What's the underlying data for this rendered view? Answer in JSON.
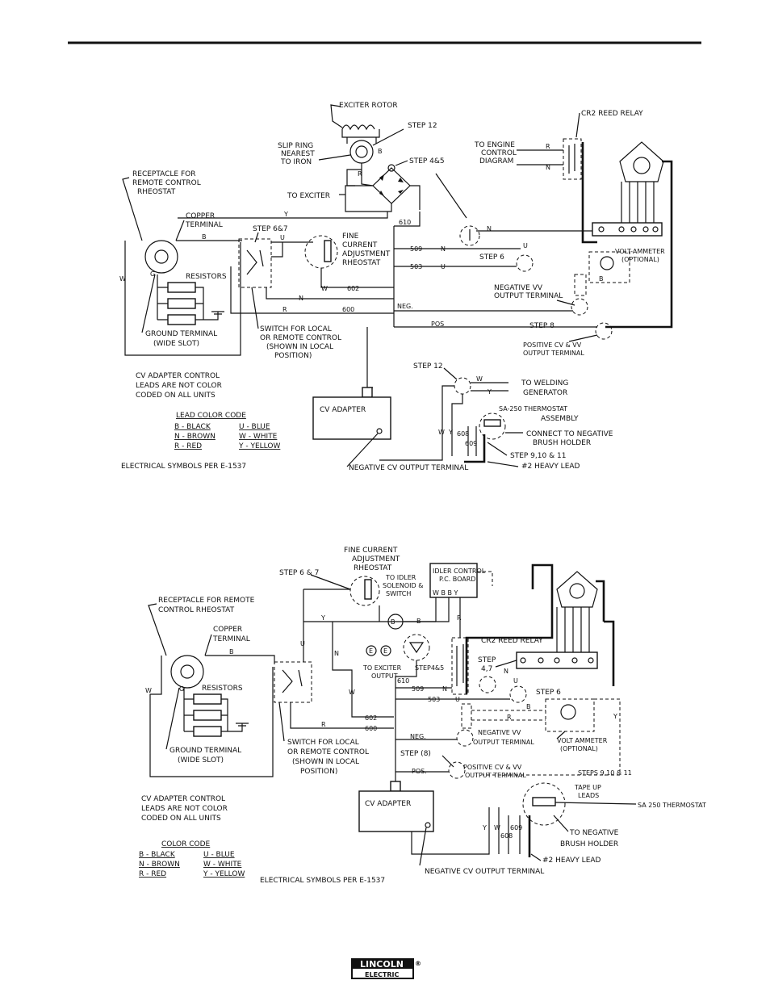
{
  "diagram1": {
    "exciter_rotor": "EXCITER ROTOR",
    "cr2_relay": "CR2 REED RELAY",
    "step12_top": "STEP 12",
    "slip_ring": [
      "SLIP RING",
      "NEAREST",
      "TO IRON"
    ],
    "to_engine": [
      "TO ENGINE",
      "CONTROL",
      "DIAGRAM"
    ],
    "step45": "STEP 4&5",
    "receptacle": [
      "RECEPTACLE FOR",
      "REMOTE CONTROL",
      "RHEOSTAT"
    ],
    "to_exciter": "TO EXCITER",
    "copper_terminal": [
      "COPPER",
      "TERMINAL"
    ],
    "step67": "STEP 6&7",
    "fine_current": [
      "FINE",
      "CURRENT",
      "ADJUSTMENT",
      "RHEOSTAT"
    ],
    "resistors": "RESISTORS",
    "volt_ammeter": [
      "VOLT-AMMETER",
      "(OPTIONAL)"
    ],
    "step6": "STEP 6",
    "neg_vv": [
      "NEGATIVE VV",
      "OUTPUT TERMINAL"
    ],
    "ground_terminal": [
      "GROUND TERMINAL",
      "(WIDE SLOT)"
    ],
    "switch_local": [
      "SWITCH FOR LOCAL",
      "OR REMOTE CONTROL",
      "(SHOWN IN LOCAL",
      "POSITION)"
    ],
    "step8": "STEP 8",
    "pos_cv_vv": [
      "POSITIVE CV & VV",
      "OUTPUT TERMINAL"
    ],
    "cv_note": [
      "CV ADAPTER CONTROL",
      "LEADS ARE NOT COLOR",
      "CODED ON ALL UNITS"
    ],
    "step12_bottom": "STEP 12",
    "to_welding": [
      "TO WELDING",
      "GENERATOR"
    ],
    "cv_adapter": "CV ADAPTER",
    "thermostat": [
      "SA-250 THERMOSTAT",
      "ASSEMBLY"
    ],
    "connect_neg": [
      "CONNECT TO NEGATIVE",
      "BRUSH HOLDER"
    ],
    "code_title": "LEAD COLOR CODE",
    "code_left": [
      "B - BLACK",
      "N - BROWN",
      "R - RED"
    ],
    "code_right": [
      "U - BLUE",
      "W - WHITE",
      "Y - YELLOW"
    ],
    "step91011": "STEP 9,10 & 11",
    "heavy_lead": "#2 HEAVY LEAD",
    "symbols": "ELECTRICAL SYMBOLS PER E-1537",
    "neg_cv_terminal": "NEGATIVE CV OUTPUT TERMINAL",
    "wire_labels": {
      "y": "Y",
      "b": "B",
      "u": "U",
      "w": "W",
      "r": "R",
      "n": "N",
      "w602": "W",
      "n602": "602",
      "r600": "R",
      "n600": "600",
      "n610": "610",
      "n509": "509",
      "n503": "503",
      "neg": "NEG.",
      "pos": "POS",
      "b2": "B",
      "r2": "R",
      "n2": "N",
      "u2": "U",
      "n3": "N",
      "w3": "W",
      "y3": "Y",
      "w4": "W",
      "n608": "608",
      "n609": "609",
      "g": "G"
    }
  },
  "diagram2": {
    "fine_current": [
      "FINE CURRENT",
      "ADJUSTMENT",
      "RHEOSTAT"
    ],
    "step67": "STEP 6 & 7",
    "to_idler": [
      "TO IDLER",
      "SOLENOID &",
      "SWITCH"
    ],
    "idler_board": [
      "IDLER CONTROL",
      "P.C. BOARD"
    ],
    "board_pins": "W B B   Y",
    "receptacle": [
      "RECEPTACLE FOR REMOTE",
      "CONTROL RHEOSTAT"
    ],
    "copper_terminal": [
      "COPPER",
      "TERMINAL"
    ],
    "to_exciter": [
      "TO EXCITER",
      "OUTPUT"
    ],
    "step45": "STEP4&5",
    "cr2_relay": "CR2 REED RELAY",
    "step47": [
      "STEP",
      "4,7"
    ],
    "step6": "STEP 6",
    "resistors": "RESISTORS",
    "neg_vv": [
      "NEGATIVE VV",
      "OUTPUT TERMINAL"
    ],
    "volt_ammeter": [
      "VOLT AMMETER",
      "(OPTIONAL)"
    ],
    "ground_terminal": [
      "GROUND TERMINAL",
      "(WIDE SLOT)"
    ],
    "switch_local": [
      "SWITCH FOR LOCAL",
      "OR REMOTE CONTROL",
      "(SHOWN IN LOCAL",
      "POSITION)"
    ],
    "step8": "STEP (8)",
    "pos_cv_vv": [
      "POSITIVE CV & VV",
      "OUTPUT TERMINAL"
    ],
    "steps91011": "STEPS 9,10 & 11",
    "tape_up": [
      "TAPE UP",
      "LEADS"
    ],
    "cv_adapter": "CV ADAPTER",
    "sa250": "SA 250 THERMOSTAT",
    "cv_note": [
      "CV ADAPTER CONTROL",
      "LEADS ARE NOT COLOR",
      "CODED ON ALL UNITS"
    ],
    "to_neg": [
      "TO NEGATIVE",
      "BRUSH HOLDER"
    ],
    "code_title": "COLOR CODE",
    "code_left": [
      "B - BLACK",
      "N - BROWN",
      "R - RED"
    ],
    "code_right": [
      "U - BLUE",
      "W - WHITE",
      "Y - YELLOW"
    ],
    "heavy_lead": "#2 HEAVY LEAD",
    "symbols": "ELECTRICAL SYMBOLS PER E-1537",
    "neg_cv_terminal": "NEGATIVE CV OUTPUT TERMINAL",
    "wire_labels": {
      "y": "Y",
      "b": "B",
      "u": "U",
      "w": "W",
      "n": "N",
      "r": "R",
      "n602": "602",
      "n600": "600",
      "n610": "610",
      "n509": "509",
      "n503": "503",
      "neg": "NEG.",
      "pos": "POS.",
      "b2": "B",
      "r2": "R",
      "n2": "N",
      "u2": "U",
      "b3": "B",
      "r3": "R",
      "y3": "Y",
      "w4": "W",
      "y4": "Y",
      "n608": "608",
      "n609": "609",
      "g": "G",
      "b4": "B",
      "e1": "E",
      "e2": "E"
    }
  },
  "logo": {
    "top": "LINCOLN",
    "bottom": "ELECTRIC",
    "mark": "®"
  }
}
